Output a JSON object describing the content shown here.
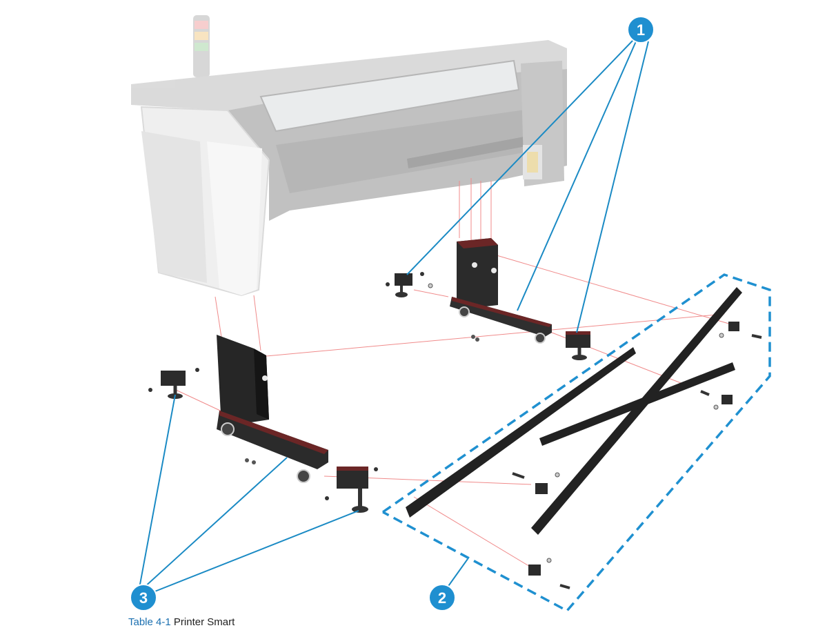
{
  "figure": {
    "callouts": [
      {
        "number": "1",
        "meaning": "leveling foot assembly (upper stand)"
      },
      {
        "number": "2",
        "meaning": "cross brace kit"
      },
      {
        "number": "3",
        "meaning": "leveling foot assembly (lower stand)"
      }
    ],
    "colors": {
      "callout_fill": "#1f8fd0",
      "leader_line": "#1a8ac4",
      "kit_outline": "#1f90d0",
      "guide_line": "#f08a8a",
      "printer_body": "#d6d6d6",
      "printer_dark": "#a9a9a9",
      "metal_part": "#2b2b2b",
      "accent_part": "#8a2a2a"
    }
  },
  "caption": {
    "label": "Table 4-1",
    "text": "Printer Smart"
  }
}
